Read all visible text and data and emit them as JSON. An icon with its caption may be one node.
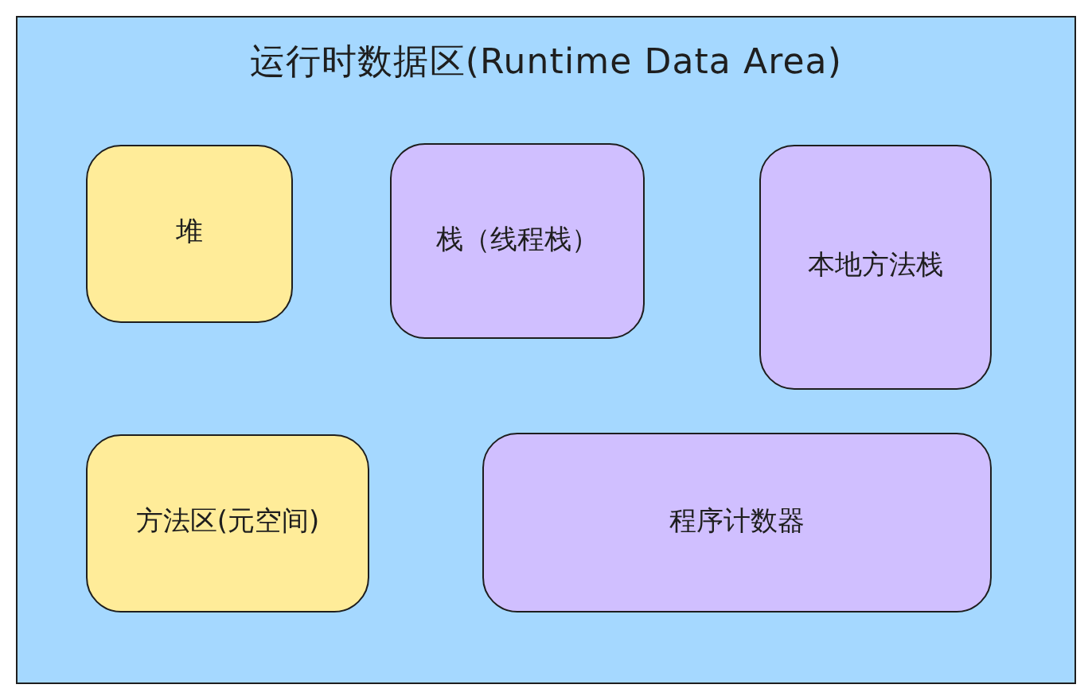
{
  "diagram": {
    "nodes": [
      {
        "text": [
          "运行时数据区(Runtime Data Area)"
        ]
      },
      {
        "text": [
          "堆"
        ],
        "in": 0
      },
      {
        "text": [
          "栈（线程栈）"
        ],
        "in": 0
      },
      {
        "text": [
          "本地方法栈"
        ],
        "in": 0
      },
      {
        "text": [
          "方法区(元空间)"
        ],
        "in": 0
      },
      {
        "text": [
          "程序计数器"
        ],
        "in": 0
      }
    ]
  }
}
